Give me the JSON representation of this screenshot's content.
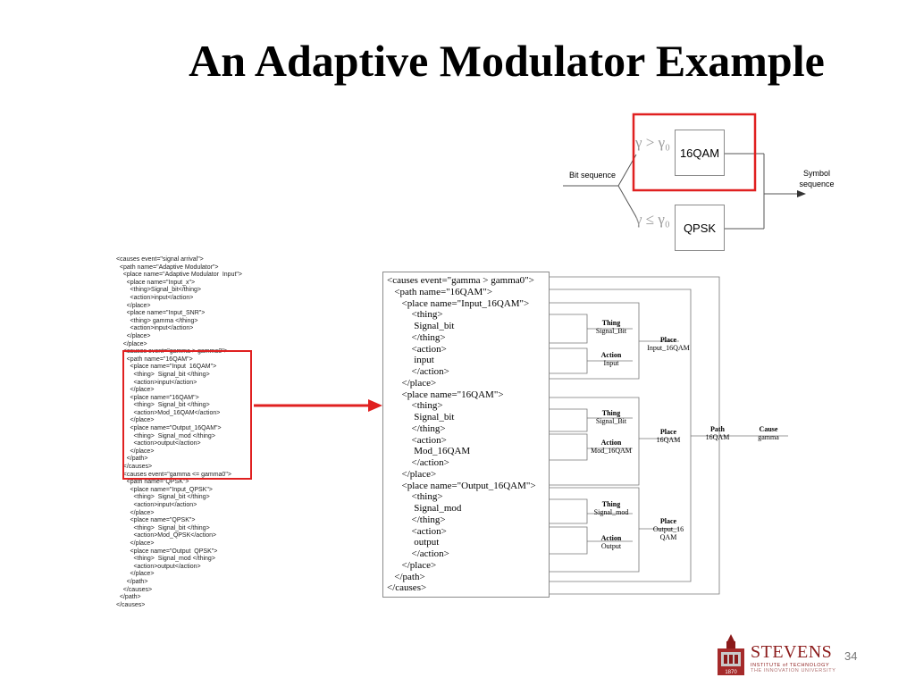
{
  "slide": {
    "title": "An Adaptive Modulator Example",
    "page_number": "34"
  },
  "modulator": {
    "top_condition": "γ > γ₀",
    "bottom_condition": "γ ≤ γ₀",
    "top_block": "16QAM",
    "bottom_block": "QPSK",
    "input_label": "Bit sequence",
    "output_label_line1": "Symbol",
    "output_label_line2": "sequence",
    "highlight_color": "#e02020"
  },
  "small_xml": [
    "<causes event=\"signal arrival\">",
    "  <path name=\"Adaptive Modulator\">",
    "    <place name=\"Adaptive Modulator  Input\">",
    "      <place name=\"Input_x\">",
    "        <thing>Signal_bit</thing>",
    "        <action>input</action>",
    "      </place>",
    "      <place name=\"Input_SNR\">",
    "        <thing> gamma </thing>",
    "        <action>input</action>",
    "      </place>",
    "    </place>",
    "    <causes event=\"gamma > gamma0\">",
    "      <path name=\"16QAM\">",
    "        <place name=\"Input  16QAM\">",
    "          <thing>  Signal_bit </thing>",
    "          <action>input</action>",
    "        </place>",
    "        <place name=\"16QAM\">",
    "          <thing>  Signal_bit </thing>",
    "          <action>Mod_16QAM</action>",
    "        </place>",
    "        <place name=\"Output_16QAM\">",
    "          <thing>  Signal_mod </thing>",
    "          <action>output</action>",
    "        </place>",
    "      </path>",
    "    </causes>",
    "    <causes event=\"gamma <= gamma0\">",
    "      <path name=\"QPSK\">",
    "        <place name=\"Input_QPSK\">",
    "          <thing>  Signal_bit </thing>",
    "          <action>input</action>",
    "        </place>",
    "        <place name=\"QPSK\">",
    "          <thing>  Signal_bit </thing>",
    "          <action>Mod_QPSK</action>",
    "        </place>",
    "        <place name=\"Output  QPSK\">",
    "          <thing>  Signal_mod </thing>",
    "          <action>output</action>",
    "        </place>",
    "      </path>",
    "    </causes>",
    "  </path>",
    "</causes>"
  ],
  "big_xml": [
    "<causes event=\"gamma > gamma0\">",
    "   <path name=\"16QAM\">",
    "      <place name=\"Input_16QAM\">",
    "          <thing>",
    "           Signal_bit",
    "          </thing>",
    "          <action>",
    "           input",
    "          </action>",
    "      </place>",
    "      <place name=\"16QAM\">",
    "          <thing>",
    "           Signal_bit",
    "          </thing>",
    "          <action>",
    "           Mod_16QAM",
    "          </action>",
    "      </place>",
    "      <place name=\"Output_16QAM\">",
    "          <thing>",
    "           Signal_mod",
    "          </thing>",
    "          <action>",
    "           output",
    "          </action>",
    "      </place>",
    "   </path>",
    "</causes>"
  ],
  "tree": {
    "thing1_title": "Thing",
    "thing1_value": "Signal_Bit",
    "action1_title": "Action",
    "action1_value": "Input",
    "place1_title": "Place",
    "place1_value": "Input_16QAM",
    "thing2_title": "Thing",
    "thing2_value": "Signal_Bit",
    "action2_title": "Action",
    "action2_value": "Mod_16QAM",
    "place2_title": "Place",
    "place2_value": "16QAM",
    "thing3_title": "Thing",
    "thing3_value": "Signal_mod",
    "action3_title": "Action",
    "action3_value": "Output",
    "place3_title": "Place",
    "place3_value_line1": "Output_16",
    "place3_value_line2": "QAM",
    "path_title": "Path",
    "path_value": "16QAM",
    "cause_title": "Cause",
    "cause_value": "gamma"
  },
  "logo": {
    "name": "STEVENS",
    "subtitle": "INSTITUTE of TECHNOLOGY",
    "tagline": "THE INNOVATION UNIVERSITY",
    "year": "1870",
    "color": "#8b1a1a"
  }
}
